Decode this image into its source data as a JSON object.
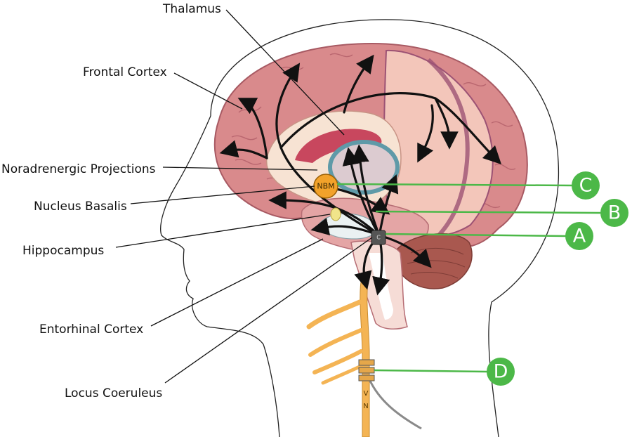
{
  "labels": {
    "thalamus": "Thalamus",
    "frontal_cortex": "Frontal Cortex",
    "noradrenergic_projections": "Noradrenergic Projections",
    "nucleus_basalis": "Nucleus Basalis",
    "hippocampus": "Hippocampus",
    "entorhinal_cortex": "Entorhinal Cortex",
    "locus_coeruleus": "Locus Coeruleus"
  },
  "markers": {
    "a": "A",
    "b": "B",
    "c": "C",
    "d": "D"
  },
  "inner_labels": {
    "nbm": "NBM",
    "lc": "C",
    "vagus_v": "V",
    "vagus_n": "N"
  },
  "colors": {
    "cortex": "#d98a8c",
    "cortex_outline": "#a85a63",
    "inner_cortex": "#f3c6ba",
    "corpus_callosum": "#c8475e",
    "thalamus_ring": "#5f9aa8",
    "nbm": "#f2a22a",
    "marker_green": "#4cb848",
    "cerebellum": "#a9584f",
    "vagus_nerve": "#f4b454"
  }
}
